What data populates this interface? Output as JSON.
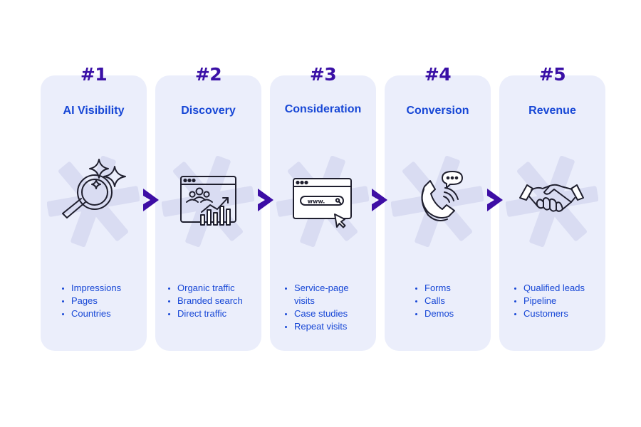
{
  "icons": {
    "stage_1": "magnifier-sparkle-icon",
    "stage_2": "analytics-audience-icon",
    "stage_3": "browser-www-icon",
    "stage_4": "phone-chat-icon",
    "stage_5": "handshake-icon",
    "arrows": "chevron-right-icon"
  },
  "colors": {
    "card_background": "#ebeefb",
    "number": "#3a10a6",
    "title": "#1747d6",
    "list_text": "#1747d6",
    "arrow": "#3e0ea5",
    "icon_stroke": "#1f1f2e",
    "background_asterisk": "#d9dcf2"
  },
  "stages": [
    {
      "number": "#1",
      "title": "AI Visibility",
      "items": [
        "Impressions",
        "Pages",
        "Countries"
      ]
    },
    {
      "number": "#2",
      "title": "Discovery",
      "items": [
        "Organic traffic",
        "Branded search",
        "Direct traffic"
      ]
    },
    {
      "number": "#3",
      "title": "Consideration",
      "url_label": "www.",
      "items": [
        "Service-page visits",
        "Case studies",
        "Repeat visits"
      ]
    },
    {
      "number": "#4",
      "title": "Conversion",
      "items": [
        "Forms",
        "Calls",
        "Demos"
      ]
    },
    {
      "number": "#5",
      "title": "Revenue",
      "items": [
        "Qualified leads",
        "Pipeline",
        "Customers"
      ]
    }
  ]
}
